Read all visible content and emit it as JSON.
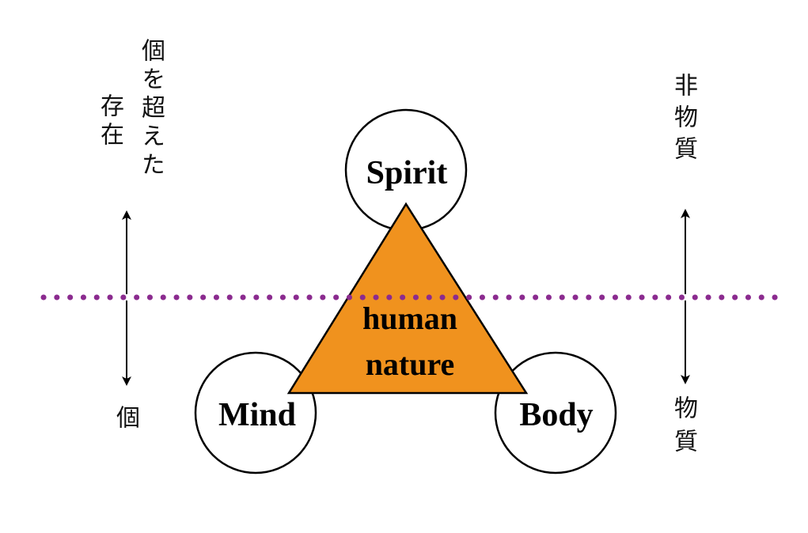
{
  "nodes": {
    "spirit": "Spirit",
    "mind": "Mind",
    "body": "Body"
  },
  "center": {
    "line1": "human",
    "line2": "nature"
  },
  "left_axis": {
    "top_col1": "個を超えた",
    "top_col2": "存在",
    "bottom": "個"
  },
  "right_axis": {
    "top": "非物質",
    "bottom": "物質"
  },
  "colors": {
    "triangle": "#F0921E",
    "divider": "#8B2B8F",
    "stroke": "#000000"
  }
}
